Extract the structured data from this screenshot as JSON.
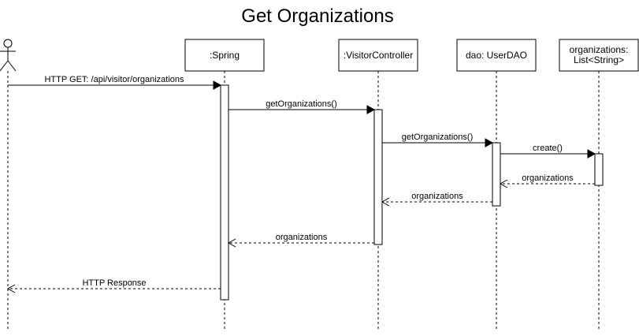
{
  "diagram": {
    "title": "Get Organizations",
    "type": "sequence",
    "participants": [
      {
        "id": "actor",
        "kind": "actor",
        "label_lines": []
      },
      {
        "id": "spring",
        "kind": "object",
        "label_lines": [
          ":Spring"
        ]
      },
      {
        "id": "visitor_controller",
        "kind": "object",
        "label_lines": [
          ":VisitorController"
        ]
      },
      {
        "id": "user_dao",
        "kind": "object",
        "label_lines": [
          "dao: UserDAO"
        ]
      },
      {
        "id": "organizations_list",
        "kind": "object",
        "label_lines": [
          "organizations:",
          "List<String>"
        ]
      }
    ],
    "messages": [
      {
        "from": "actor",
        "to": "spring",
        "label": "HTTP GET: /api/visitor/organizations",
        "style": "sync"
      },
      {
        "from": "spring",
        "to": "visitor_controller",
        "label": "getOrganizations()",
        "style": "sync"
      },
      {
        "from": "visitor_controller",
        "to": "user_dao",
        "label": "getOrganizations()",
        "style": "sync"
      },
      {
        "from": "user_dao",
        "to": "organizations_list",
        "label": "create()",
        "style": "sync"
      },
      {
        "from": "organizations_list",
        "to": "user_dao",
        "label": "organizations",
        "style": "return"
      },
      {
        "from": "user_dao",
        "to": "visitor_controller",
        "label": "organizations",
        "style": "return"
      },
      {
        "from": "visitor_controller",
        "to": "spring",
        "label": "organizations",
        "style": "return"
      },
      {
        "from": "spring",
        "to": "actor",
        "label": "HTTP Response",
        "style": "return"
      }
    ]
  },
  "colors": {
    "line": "#000000",
    "box_fill": "#ffffff",
    "text": "#000000",
    "background": "#ffffff"
  }
}
